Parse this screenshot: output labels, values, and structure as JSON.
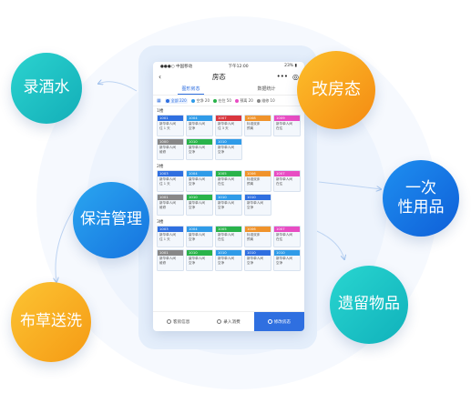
{
  "features": {
    "wine": "录酒水",
    "change_room": "改房态",
    "cleaning": "保洁管理",
    "disposable_line1": "一次",
    "disposable_line2": "性用品",
    "linen": "布草送洗",
    "lost_items": "遗留物品"
  },
  "colors": {
    "accent": "#2f6fe0",
    "wine": "#1bc7c9",
    "change_room": "#f7a21b",
    "cleaning": "#1e8ee8",
    "disposable": "#1574e6",
    "linen": "#f9b31f",
    "lost_items": "#19c8c6"
  },
  "phone": {
    "carrier": "●●●○ 中国移动",
    "time": "下午12:00",
    "battery": "23% ▮",
    "back_icon": "chevron-left-icon",
    "title": "房态",
    "more_icon": "more-icon",
    "target_icon": "target-icon",
    "tabs": [
      {
        "label": "图形房态",
        "active": true
      },
      {
        "label": "数据统计",
        "active": false
      }
    ],
    "filters": [
      {
        "label": "全部 220",
        "color": "#2f6fe0",
        "selected": true
      },
      {
        "label": "空净 20",
        "color": "#2f9be8",
        "selected": false
      },
      {
        "label": "在住 50",
        "color": "#29b34a",
        "selected": false
      },
      {
        "label": "预离 20",
        "color": "#e84cc3",
        "selected": false
      },
      {
        "label": "维修 10",
        "color": "#888888",
        "selected": false
      }
    ],
    "floors": [
      {
        "label": "1楼",
        "rooms": [
          {
            "num": "1001",
            "color": "#2f6fe0",
            "line1": "新华单人间",
            "line2": "住 1 天"
          },
          {
            "num": "1004",
            "color": "#2f9be8",
            "line1": "豪华单人间",
            "line2": "空净"
          },
          {
            "num": "1007",
            "color": "#d9363e",
            "line1": "新华单人间",
            "line2": "住 3 天"
          },
          {
            "num": "1008",
            "color": "#f0932b",
            "line1": "标准双床",
            "line2": "预离"
          },
          {
            "num": "1009",
            "color": "#e84cc3",
            "line1": "新华单人间",
            "line2": "在住"
          },
          {
            "num": "1000",
            "color": "#888888",
            "line1": "新华单人间",
            "line2": "维修"
          },
          {
            "num": "1010",
            "color": "#29b34a",
            "line1": "豪华单人间",
            "line2": "空净"
          },
          {
            "num": "1010",
            "color": "#2f9be8",
            "line1": "新华单人间",
            "line2": "空净"
          }
        ]
      },
      {
        "label": "2楼",
        "rooms": [
          {
            "num": "1003",
            "color": "#2f6fe0",
            "line1": "新华单人间",
            "line2": "住 1 天"
          },
          {
            "num": "1004",
            "color": "#2f9be8",
            "line1": "豪华单人间",
            "line2": "空净"
          },
          {
            "num": "1005",
            "color": "#29b34a",
            "line1": "新华单人间",
            "line2": "在住"
          },
          {
            "num": "1006",
            "color": "#f0932b",
            "line1": "标准双床",
            "line2": "预离"
          },
          {
            "num": "1007",
            "color": "#e84cc3",
            "line1": "新华单人间",
            "line2": "在住"
          },
          {
            "num": "1001",
            "color": "#888888",
            "line1": "新华单人间",
            "line2": "维修"
          },
          {
            "num": "1010",
            "color": "#29b34a",
            "line1": "豪华单人间",
            "line2": "空净"
          },
          {
            "num": "1010",
            "color": "#2f9be8",
            "line1": "新华单人间",
            "line2": "空净"
          },
          {
            "num": "1010",
            "color": "#2f6fe0",
            "line1": "新华单人间",
            "line2": "空净"
          }
        ]
      },
      {
        "label": "3楼",
        "rooms": [
          {
            "num": "1003",
            "color": "#2f6fe0",
            "line1": "新华单人间",
            "line2": "住 1 天"
          },
          {
            "num": "1004",
            "color": "#2f9be8",
            "line1": "豪华单人间",
            "line2": "空净"
          },
          {
            "num": "1005",
            "color": "#29b34a",
            "line1": "新华单人间",
            "line2": "在住"
          },
          {
            "num": "1006",
            "color": "#f0932b",
            "line1": "标准双床",
            "line2": "预离"
          },
          {
            "num": "1007",
            "color": "#e84cc3",
            "line1": "新华单人间",
            "line2": "在住"
          },
          {
            "num": "1001",
            "color": "#888888",
            "line1": "新华单人间",
            "line2": "维修"
          },
          {
            "num": "1010",
            "color": "#29b34a",
            "line1": "豪华单人间",
            "line2": "空净"
          },
          {
            "num": "1010",
            "color": "#2f9be8",
            "line1": "新华单人间",
            "line2": "空净"
          },
          {
            "num": "1010",
            "color": "#2f6fe0",
            "line1": "新华单人间",
            "line2": "空净"
          },
          {
            "num": "1010",
            "color": "#2f9be8",
            "line1": "新华单人间",
            "line2": "空净"
          }
        ]
      }
    ],
    "bottom": {
      "guest_info": "客房信息",
      "add_consume": "录入消费",
      "change_status": "修改房态"
    }
  }
}
